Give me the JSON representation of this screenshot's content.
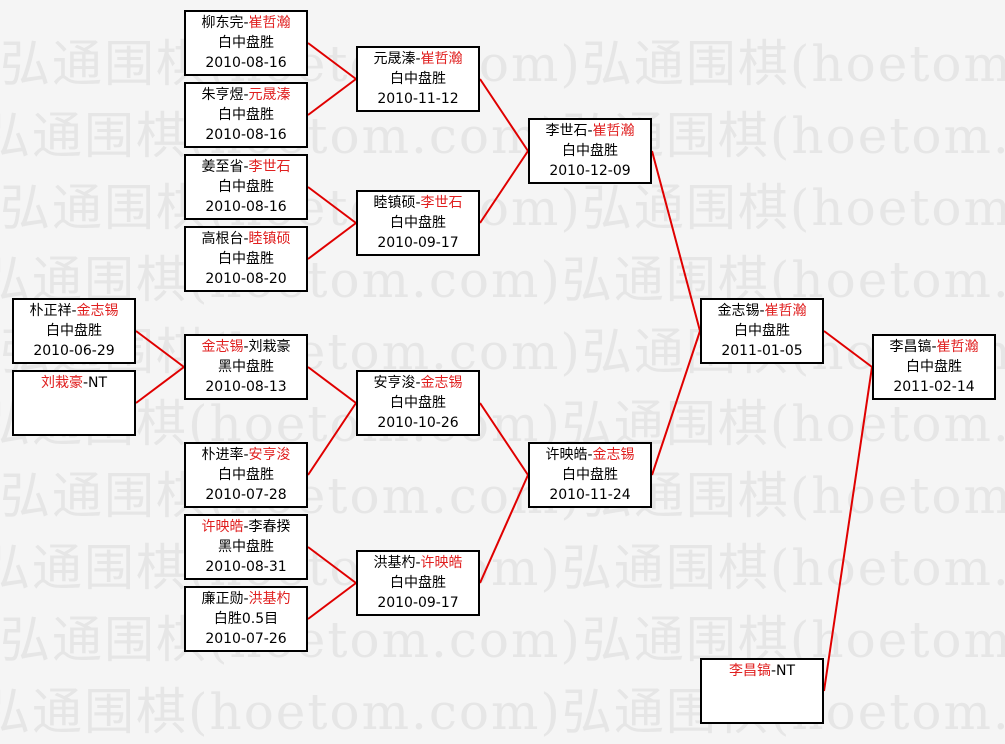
{
  "watermark": "弘通围棋(hoetom.com)",
  "colors": {
    "winner": "#e02020",
    "line": "#e00000",
    "border": "#000000"
  },
  "matches": [
    {
      "id": "r1a",
      "p1": "柳东完",
      "p2": "崔哲瀚",
      "win": 2,
      "result": "白中盘胜",
      "date": "2010-08-16"
    },
    {
      "id": "r1b",
      "p1": "朱亨煜",
      "p2": "元晟溱",
      "win": 2,
      "result": "白中盘胜",
      "date": "2010-08-16"
    },
    {
      "id": "r1c",
      "p1": "姜至省",
      "p2": "李世石",
      "win": 2,
      "result": "白中盘胜",
      "date": "2010-08-16"
    },
    {
      "id": "r1d",
      "p1": "高根台",
      "p2": "睦镇硕",
      "win": 2,
      "result": "白中盘胜",
      "date": "2010-08-20"
    },
    {
      "id": "r0a",
      "p1": "朴正祥",
      "p2": "金志锡",
      "win": 2,
      "result": "白中盘胜",
      "date": "2010-06-29"
    },
    {
      "id": "r0b",
      "p1": "刘栽豪",
      "p2": "NT",
      "win": 1,
      "result": "",
      "date": ""
    },
    {
      "id": "r1e",
      "p1": "金志锡",
      "p2": "刘栽豪",
      "win": 1,
      "result": "黑中盘胜",
      "date": "2010-08-13"
    },
    {
      "id": "r1f",
      "p1": "朴进率",
      "p2": "安亨浚",
      "win": 2,
      "result": "白中盘胜",
      "date": "2010-07-28"
    },
    {
      "id": "r1g",
      "p1": "许映皓",
      "p2": "李春揆",
      "win": 1,
      "result": "黑中盘胜",
      "date": "2010-08-31"
    },
    {
      "id": "r1h",
      "p1": "廉正勋",
      "p2": "洪基杓",
      "win": 2,
      "result": "白胜0.5目",
      "date": "2010-07-26"
    },
    {
      "id": "r2a",
      "p1": "元晟溱",
      "p2": "崔哲瀚",
      "win": 2,
      "result": "白中盘胜",
      "date": "2010-11-12"
    },
    {
      "id": "r2b",
      "p1": "睦镇硕",
      "p2": "李世石",
      "win": 2,
      "result": "白中盘胜",
      "date": "2010-09-17"
    },
    {
      "id": "r2c",
      "p1": "安亨浚",
      "p2": "金志锡",
      "win": 2,
      "result": "白中盘胜",
      "date": "2010-10-26"
    },
    {
      "id": "r2d",
      "p1": "洪基杓",
      "p2": "许映皓",
      "win": 2,
      "result": "白中盘胜",
      "date": "2010-09-17"
    },
    {
      "id": "r3a",
      "p1": "李世石",
      "p2": "崔哲瀚",
      "win": 2,
      "result": "白中盘胜",
      "date": "2010-12-09"
    },
    {
      "id": "r3b",
      "p1": "许映皓",
      "p2": "金志锡",
      "win": 2,
      "result": "白中盘胜",
      "date": "2010-11-24"
    },
    {
      "id": "r4",
      "p1": "金志锡",
      "p2": "崔哲瀚",
      "win": 2,
      "result": "白中盘胜",
      "date": "2011-01-05"
    },
    {
      "id": "r4b",
      "p1": "李昌镐",
      "p2": "NT",
      "win": 1,
      "result": "",
      "date": ""
    },
    {
      "id": "final",
      "p1": "李昌镐",
      "p2": "崔哲瀚",
      "win": 2,
      "result": "白中盘胜",
      "date": "2011-02-14"
    }
  ]
}
